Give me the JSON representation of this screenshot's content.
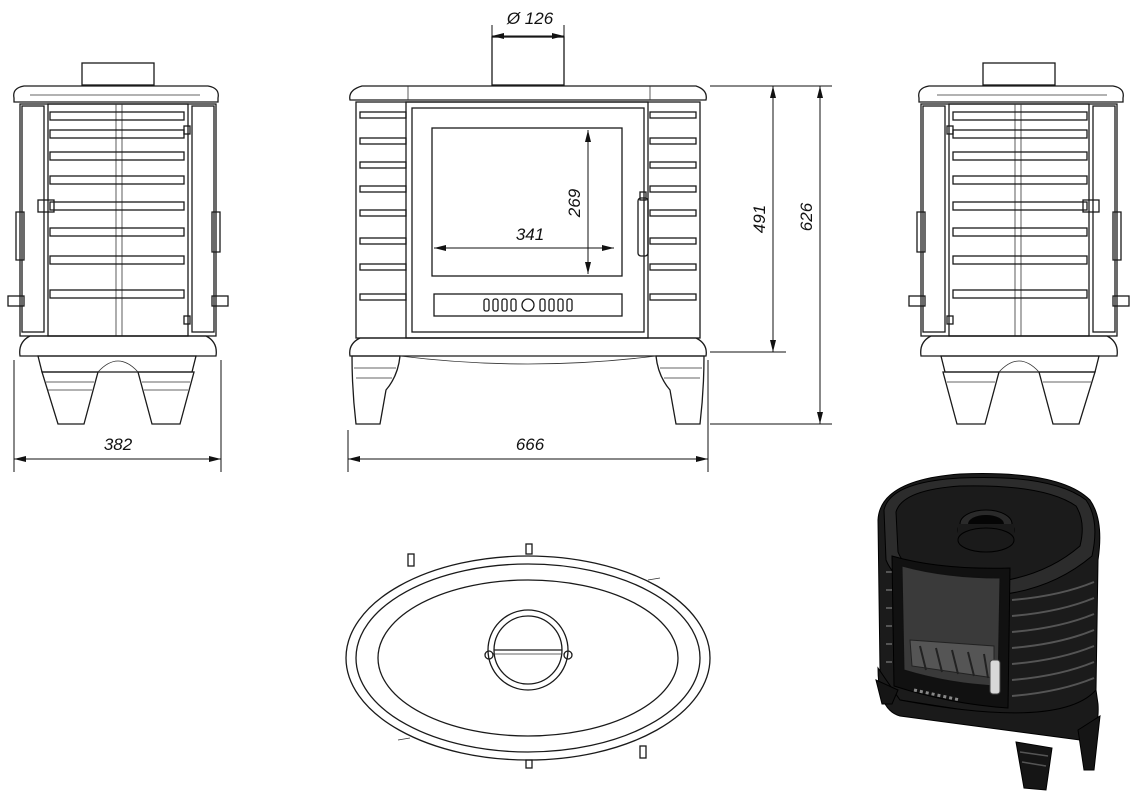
{
  "dimensions": {
    "flue_diameter": "Ø 126",
    "side_width": "382",
    "front_width": "666",
    "glass_width": "341",
    "glass_height": "269",
    "body_height": "491",
    "total_height": "626"
  },
  "views": [
    "side-view-left",
    "front-view",
    "side-view-right",
    "top-view",
    "perspective-view"
  ]
}
